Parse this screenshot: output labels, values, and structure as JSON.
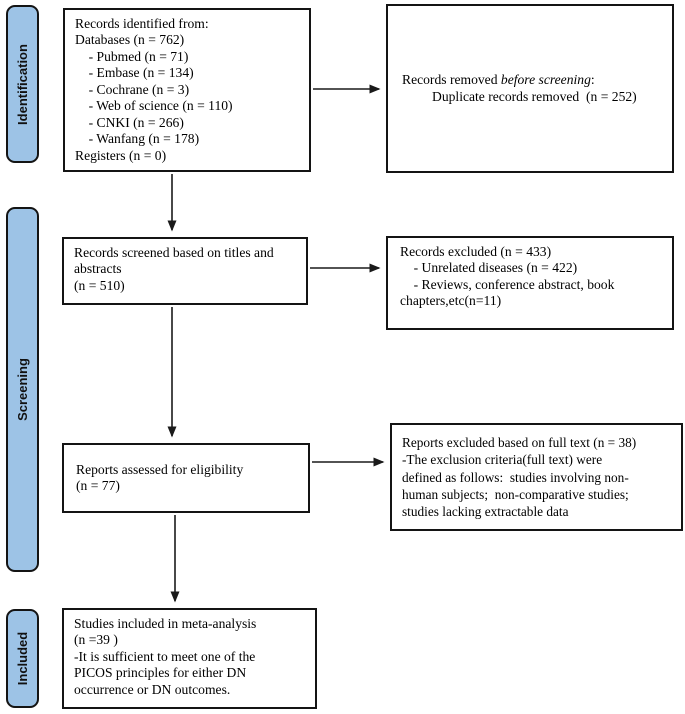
{
  "diagram_type": "prisma-flowchart",
  "colors": {
    "stage_fill": "#9DC3E6",
    "stage_border": "#141414",
    "box_border": "#141414",
    "arrow": "#1a1a1a",
    "background": "#ffffff"
  },
  "stages": {
    "identification": "Identification",
    "screening": "Screening",
    "included": "Included"
  },
  "boxes": {
    "identified": {
      "text": "Records identified from:\nDatabases (n = 762)\n    - Pubmed (n = 71)\n    - Embase (n = 134)\n    - Cochrane (n = 3)\n    - Web of science (n = 110)\n    - CNKI (n = 266)\n    - Wanfang (n = 178)\nRegisters (n = 0)"
    },
    "removed": {
      "line1_prefix": "Records removed ",
      "line1_italic": "before screening",
      "line1_suffix": ":",
      "line2": "Duplicate records removed  (n = 252)"
    },
    "screened": {
      "text": "Records screened based on titles and\nabstracts\n(n = 510)"
    },
    "excluded_titles": {
      "text": "Records excluded (n = 433)\n    - Unrelated diseases (n = 422)\n    - Reviews, conference abstract, book\nchapters,etc(n=11)"
    },
    "assessed": {
      "text": "Reports assessed for eligibility\n(n = 77)"
    },
    "excluded_fulltext": {
      "text": "Reports excluded based on full text (n = 38)\n-The exclusion criteria(full text) were\ndefined as follows:  studies involving non-\nhuman subjects;  non-comparative studies;\nstudies lacking extractable data"
    },
    "included_studies": {
      "text": "Studies included in meta-analysis\n(n =39 )\n-It is sufficient to meet one of the\nPICOS principles for either DN\noccurrence or DN outcomes."
    }
  }
}
